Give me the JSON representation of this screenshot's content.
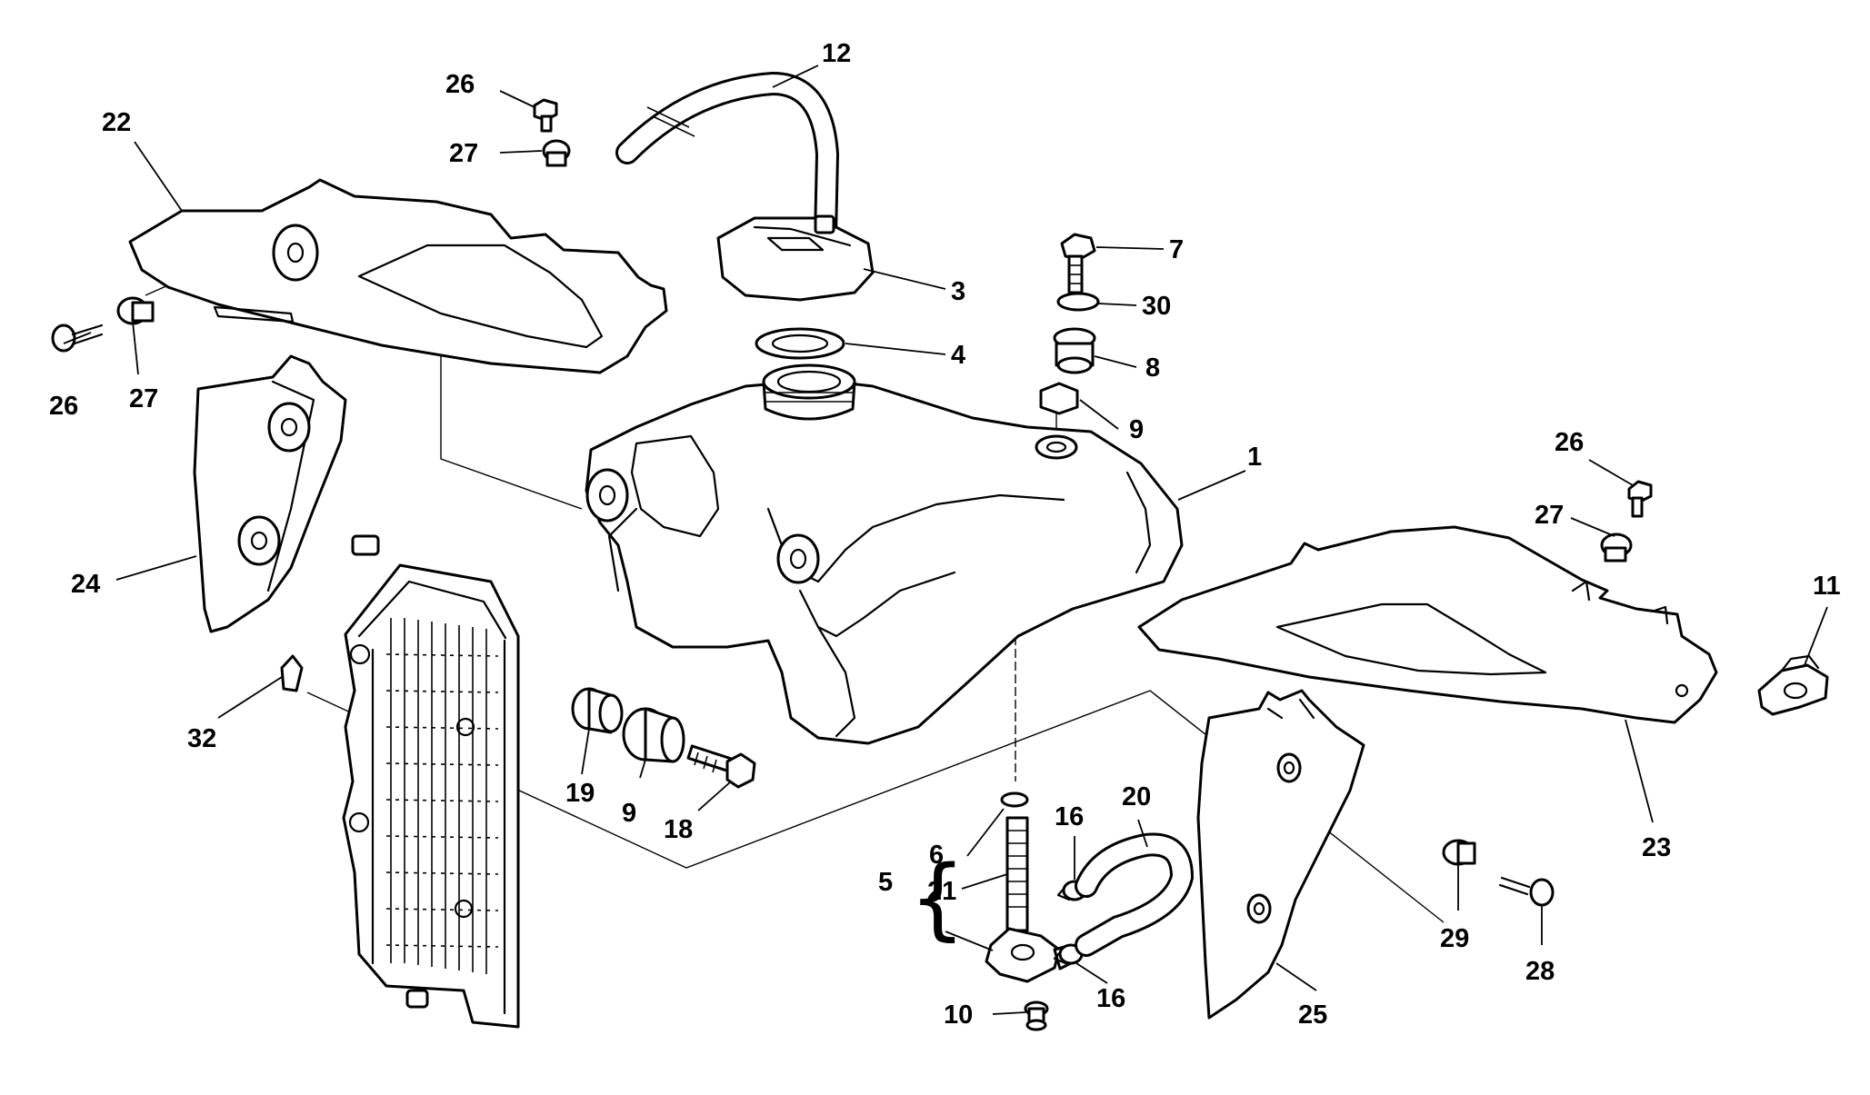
{
  "diagram": {
    "labels": {
      "p1": "1",
      "p3": "3",
      "p4": "4",
      "p5": "5",
      "p6": "6",
      "p7": "7",
      "p8": "8",
      "p9_top": "9",
      "p9_bottom": "9",
      "p10": "10",
      "p11": "11",
      "p12": "12",
      "p16_top": "16",
      "p16_bottom": "16",
      "p18": "18",
      "p19": "19",
      "p20": "20",
      "p21": "21",
      "p22": "22",
      "p23": "23",
      "p24": "24",
      "p25": "25",
      "p26_top": "26",
      "p26_left": "26",
      "p26_right": "26",
      "p27_top": "27",
      "p27_left": "27",
      "p27_right": "27",
      "p28": "28",
      "p29": "29",
      "p30": "30",
      "p32": "32"
    }
  }
}
